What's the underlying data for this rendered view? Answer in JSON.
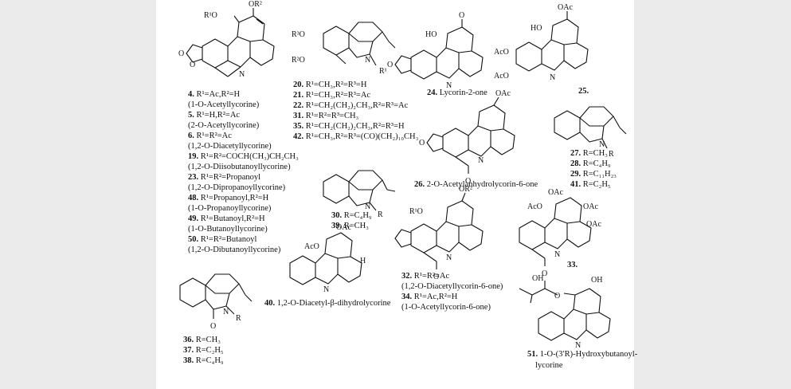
{
  "atoms": {
    "o": "O",
    "n": "N",
    "h": "H",
    "oac": "OAc",
    "aco": "AcO",
    "ho": "HO",
    "oh": "OH",
    "r": "R",
    "r1o": "R¹O",
    "or2": "OR²",
    "r3o": "R³O",
    "r2o": "R²O",
    "r1": "R¹"
  },
  "compounds_left": [
    {
      "num": "4.",
      "text": "R¹=Ac,R²=H"
    },
    {
      "num": "",
      "text": "(1-O-Acetyllycorine)"
    },
    {
      "num": "5.",
      "text": "R¹=H,R²=Ac"
    },
    {
      "num": "",
      "text": "(2-O-Acetyllycorine)"
    },
    {
      "num": "6.",
      "text": "R¹=R²=Ac"
    },
    {
      "num": "",
      "text": "(1,2-O-Diacetyllycorine)"
    },
    {
      "num": "19.",
      "text": "R¹=R²=COCH(CH₃)CH₂CH₃"
    },
    {
      "num": "",
      "text": "(1,2-O-Diisobutanoyllycorine)"
    },
    {
      "num": "23.",
      "text": "R¹=R²=Propanoyl"
    },
    {
      "num": "",
      "text": "(1,2-O-Dipropanoyllycorine)"
    },
    {
      "num": "48.",
      "text": "R¹=Propanoyl,R²=H"
    },
    {
      "num": "",
      "text": "(1-O-Propanoyllycorine)"
    },
    {
      "num": "49.",
      "text": "R¹=Butanoyl,R²=H"
    },
    {
      "num": "",
      "text": "(1-O-Butanoyllycorine)"
    },
    {
      "num": "50.",
      "text": "R¹=R²=Butanoyl"
    },
    {
      "num": "",
      "text": "(1,2-O-Dibutanoyllycorine)"
    }
  ],
  "compounds_mid": [
    {
      "num": "20.",
      "text": "R¹=CH₃,R²=R³=H"
    },
    {
      "num": "21.",
      "text": "R¹=CH₃,R²=R³=Ac"
    },
    {
      "num": "22.",
      "text": "R¹=CH₂(CH₂)₂CH₃,R²=R³=Ac"
    },
    {
      "num": "31.",
      "text": "R¹=R²=R³=CH₃"
    },
    {
      "num": "35.",
      "text": "R¹=CH₂(CH₂)₂CH₃,R²=R³=H"
    },
    {
      "num": "42.",
      "text": "R¹=CH₃,R²=R³=(CO)(CH₂)₁₀CH₃"
    }
  ],
  "compounds_30": [
    {
      "num": "30.",
      "text": "R=C₄H₉"
    },
    {
      "num": "39.",
      "text": "R=CH₃"
    }
  ],
  "compounds_36": [
    {
      "num": "36.",
      "text": "R=CH₃"
    },
    {
      "num": "37.",
      "text": "R=C₂H₅"
    },
    {
      "num": "38.",
      "text": "R=C₄H₉"
    }
  ],
  "compounds_27": [
    {
      "num": "27.",
      "text": "R=CH₃"
    },
    {
      "num": "28.",
      "text": "R=C₄H₉"
    },
    {
      "num": "29.",
      "text": "R=C₁₁H₂₃"
    },
    {
      "num": "41.",
      "text": "R=C₂H₅"
    }
  ],
  "compounds_32": [
    {
      "num": "32.",
      "text": "R¹=R²=Ac"
    },
    {
      "num": "",
      "text": "(1,2-O-Diacetyllycorin-6-one)"
    },
    {
      "num": "34.",
      "text": "R¹=Ac,R²=H"
    },
    {
      "num": "",
      "text": "(1-O-Acetyllycorin-6-one)"
    }
  ],
  "captions": {
    "c24": {
      "num": "24.",
      "text": "Lycorin-2-one"
    },
    "c25": {
      "num": "25.",
      "text": ""
    },
    "c26": {
      "num": "26.",
      "text": "2-O-Acetylanhydrolycorin-6-one"
    },
    "c33": {
      "num": "33.",
      "text": ""
    },
    "c40": {
      "num": "40.",
      "text": "1,2-O-Diacetyl-β-dihydrolycorine"
    },
    "c51a": {
      "num": "51.",
      "text": "1-O-(3′R)-Hydroxybutanoyl-"
    },
    "c51b": {
      "num": "",
      "text": "lycorine"
    }
  }
}
